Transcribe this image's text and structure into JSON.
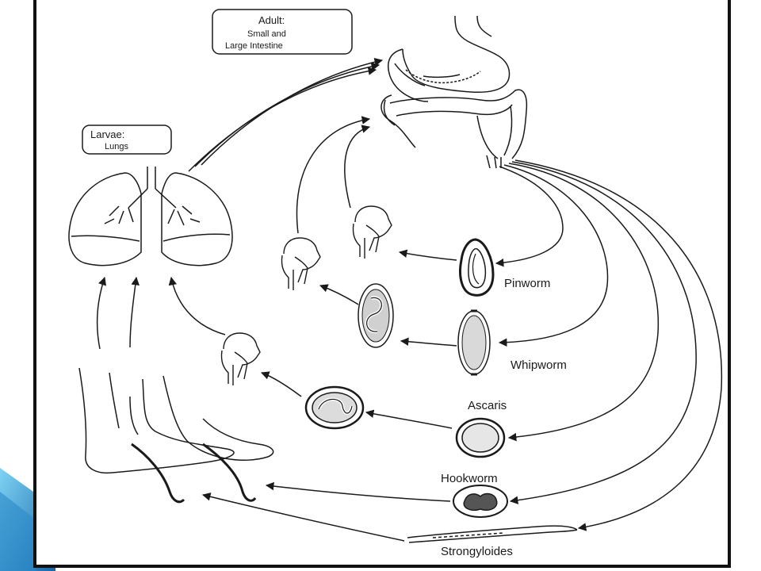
{
  "labels": {
    "adult_title": "Adult:",
    "adult_line1": "Small and",
    "adult_line2": "Large Intestine",
    "larvae_title": "Larvae:",
    "larvae_line1": "Lungs",
    "pinworm": "Pinworm",
    "whipworm": "Whipworm",
    "ascaris": "Ascaris",
    "hookworm": "Hookworm",
    "strongyloides": "Strongyloides"
  },
  "colors": {
    "frame": "#111111",
    "line": "#1a1a1a",
    "accent_dark": "#1565a8",
    "accent_light": "#5cc0ec"
  }
}
